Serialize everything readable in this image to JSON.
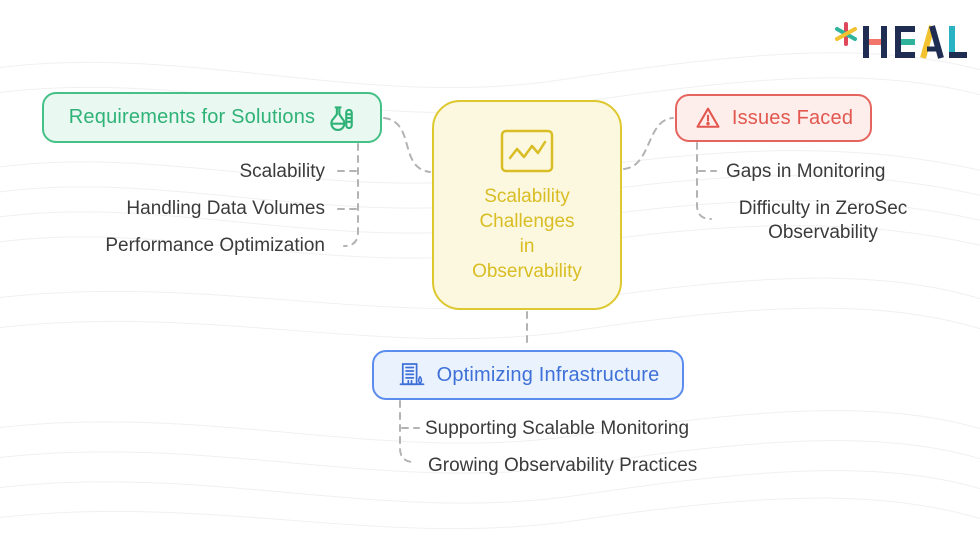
{
  "logo": {
    "brand_star": "*",
    "brand_name": "HEAL"
  },
  "center_node": {
    "icon": "line-chart-icon",
    "title_lines": [
      "Scalability",
      "Challenges",
      "in",
      "Observability"
    ]
  },
  "branches": {
    "requirements": {
      "label": "Requirements for Solutions",
      "icon": "flask-icon",
      "items": [
        "Scalability",
        "Handling Data Volumes",
        "Performance Optimization"
      ]
    },
    "issues": {
      "label": "Issues Faced",
      "icon": "warning-triangle-icon",
      "items": [
        "Gaps in Monitoring",
        "Difficulty in ZeroSec Observability"
      ]
    },
    "infrastructure": {
      "label": "Optimizing Infrastructure",
      "icon": "building-icon",
      "items": [
        "Supporting Scalable Monitoring",
        "Growing Observability Practices"
      ]
    }
  },
  "colors": {
    "green_border": "#45c187",
    "green_bg": "#e9f9f1",
    "green_text": "#2fb277",
    "yellow_border": "#ddc82f",
    "yellow_bg": "#fcf8df",
    "yellow_text": "#d9bd25",
    "red_border": "#e5655e",
    "red_bg": "#fdedeb",
    "red_text": "#e2574e",
    "blue_border": "#5b8cee",
    "blue_bg": "#eaf2fe",
    "blue_text": "#3e70d8",
    "item_text": "#3b3b3b",
    "connector": "#b3b3b3",
    "logo_navy": "#1f2d53",
    "logo_coral": "#f2766b",
    "logo_teal": "#2fb39b",
    "logo_yellow": "#f2c230",
    "logo_cyan": "#28b2c4",
    "logo_red": "#e0475a"
  }
}
